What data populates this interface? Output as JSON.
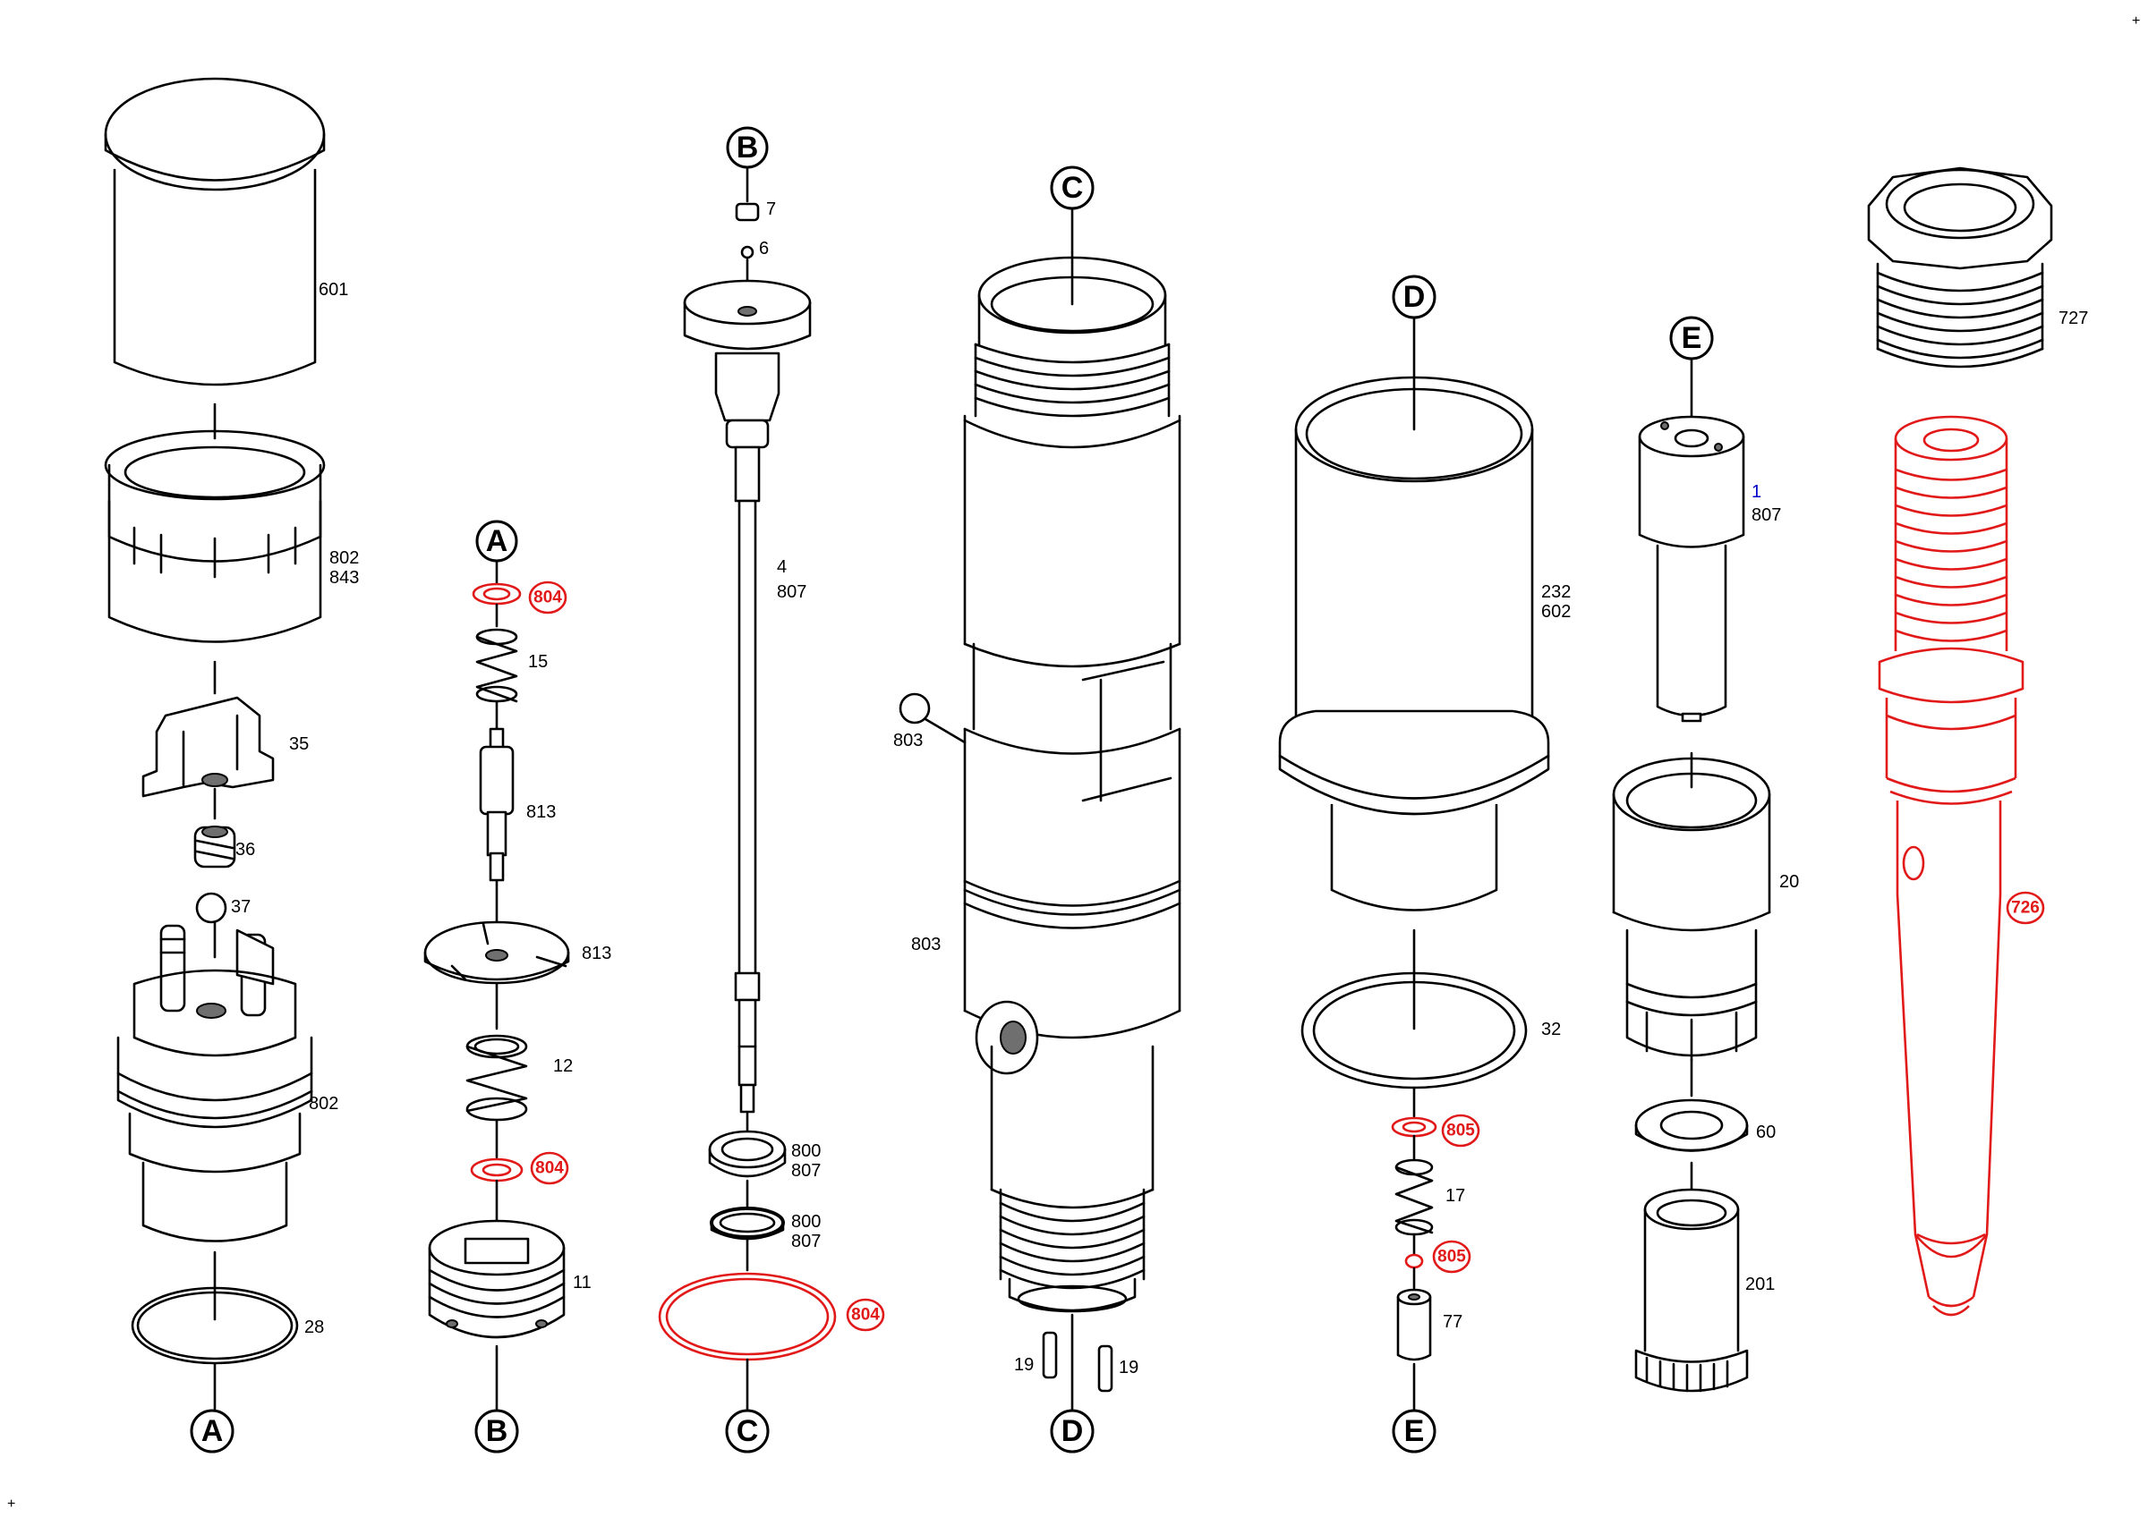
{
  "diagram": {
    "connectors": {
      "A": "A",
      "B": "B",
      "C": "C",
      "D": "D",
      "E": "E"
    },
    "labels": {
      "p601": "601",
      "p802_top": "802",
      "p843": "843",
      "p35": "35",
      "p36": "36",
      "p37": "37",
      "p802_body": "802",
      "p28": "28",
      "p15": "15",
      "p813_pin": "813",
      "p813_plate": "813",
      "p12": "12",
      "p11": "11",
      "p7": "7",
      "p6": "6",
      "p4": "4",
      "p807_valve": "807",
      "p800_a": "800",
      "p807_a": "807",
      "p800_b": "800",
      "p807_b": "807",
      "p803_ball": "803",
      "p803_body": "803",
      "p19_left": "19",
      "p19_right": "19",
      "p232": "232",
      "p602": "602",
      "p32": "32",
      "p17": "17",
      "p77": "77",
      "p1": "1",
      "p807_nozzle": "807",
      "p20": "20",
      "p60": "60",
      "p201": "201",
      "p727": "727"
    },
    "highlighted": {
      "h804_top": "804",
      "h804_mid": "804",
      "h804_ring": "804",
      "h805_a": "805",
      "h805_b": "805",
      "h726": "726"
    },
    "colors": {
      "line": "#000000",
      "highlight": "#e11919",
      "blue_label": "#0000cc"
    }
  }
}
